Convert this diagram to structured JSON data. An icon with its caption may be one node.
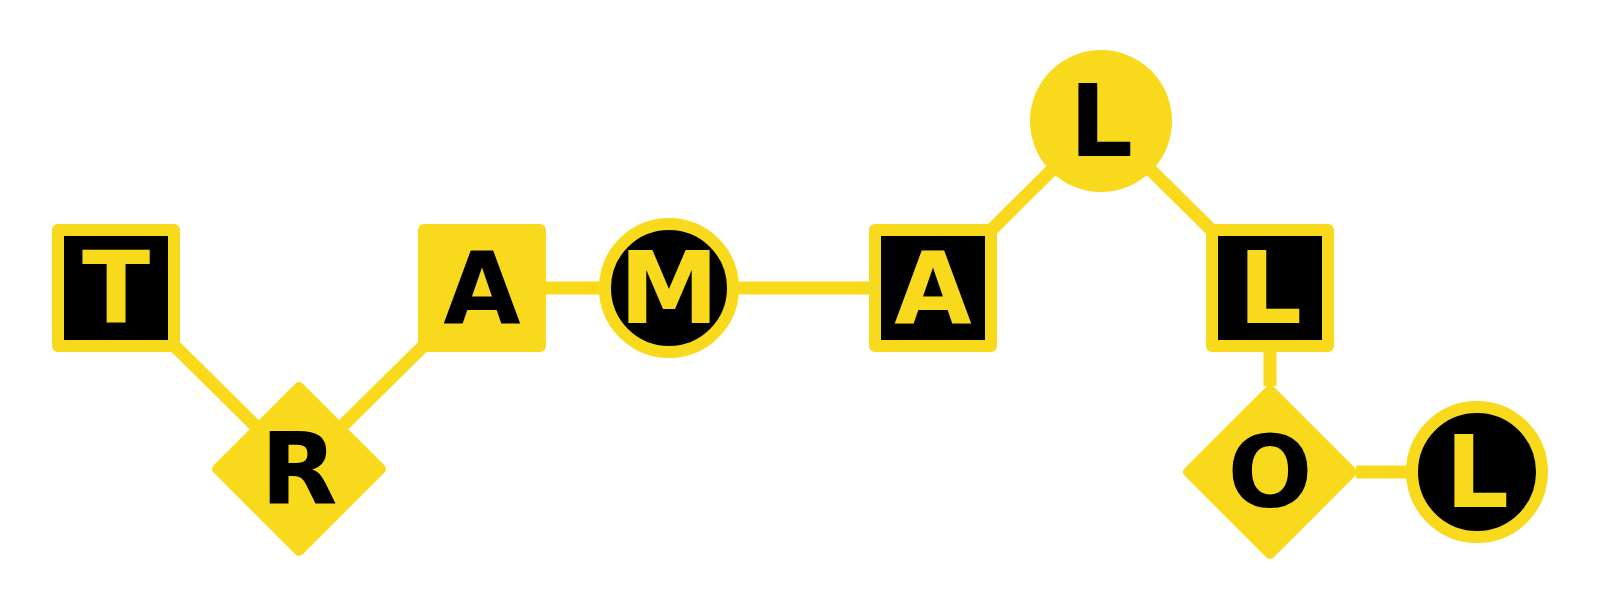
{
  "diagram": {
    "nodes": [
      {
        "text": [
          "T"
        ]
      },
      {
        "text": [
          "R"
        ]
      },
      {
        "text": [
          "A"
        ]
      },
      {
        "text": [
          "M"
        ]
      },
      {
        "text": [
          "A"
        ]
      },
      {
        "text": [
          "L"
        ]
      },
      {
        "text": [
          "L"
        ]
      },
      {
        "text": [
          "O"
        ]
      },
      {
        "text": [
          "L"
        ]
      }
    ],
    "edges": [
      {
        "from": 0,
        "to": 1,
        "arrow": "none"
      },
      {
        "from": 1,
        "to": 2,
        "arrow": "none"
      },
      {
        "from": 2,
        "to": 3,
        "arrow": "none"
      },
      {
        "from": 3,
        "to": 4,
        "arrow": "none"
      },
      {
        "from": 4,
        "to": 5,
        "arrow": "none"
      },
      {
        "from": 5,
        "to": 6,
        "arrow": "none"
      },
      {
        "from": 6,
        "to": 7,
        "arrow": "none"
      },
      {
        "from": 7,
        "to": 8,
        "arrow": "none"
      }
    ]
  }
}
